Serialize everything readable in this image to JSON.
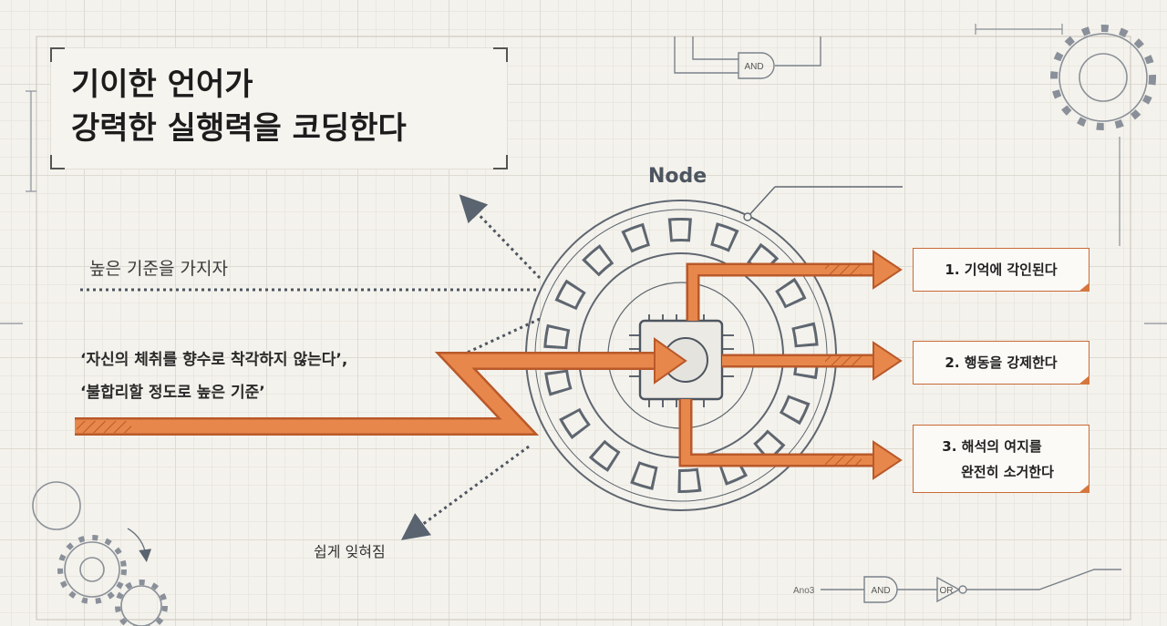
{
  "title": {
    "line1": "기이한 언어가",
    "line2": "강력한 실행력을 코딩한다"
  },
  "node_label": "Node",
  "inputs": {
    "high_standard": "높은 기준을 가지자",
    "quote_line1": "‘자신의 체취를 향수로 착각하지 않는다’,",
    "quote_line2": "‘불합리할 정도로 높은 기준’",
    "forgotten": "쉽게 잊혀짐"
  },
  "outputs": [
    {
      "line1": "1. 기억에 각인된다",
      "line2": ""
    },
    {
      "line1": "2. 행동을 강제한다",
      "line2": ""
    },
    {
      "line1": "3. 해석의 여지를",
      "line2": "완전히 소거한다"
    }
  ],
  "schematic_labels": {
    "gate_top": "AND",
    "gate_bottom_and": "AND",
    "gate_bottom_or": "OR",
    "ano": "Ano3"
  },
  "colors": {
    "accent": "#e07a3e",
    "ink": "#1c1c1c",
    "line": "#5a6470",
    "paper": "#f4f2ec"
  }
}
